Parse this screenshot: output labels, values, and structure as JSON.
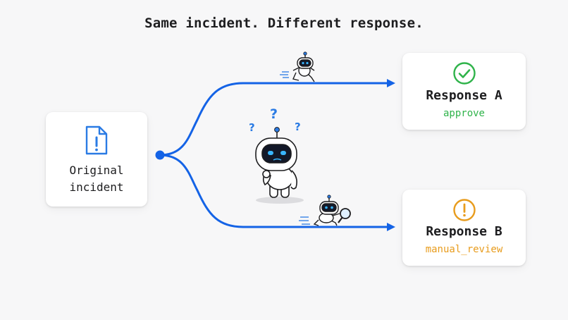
{
  "title": "Same incident. Different response.",
  "origin": {
    "label_line1": "Original",
    "label_line2": "incident"
  },
  "response_a": {
    "title": "Response A",
    "value": "approve",
    "value_color": "#2fb34a",
    "icon": "check-circle-icon"
  },
  "response_b": {
    "title": "Response B",
    "value": "manual_review",
    "value_color": "#e89c1d",
    "icon": "warning-circle-icon"
  },
  "colors": {
    "flow": "#1463e6",
    "accent_blue": "#2a7be4"
  }
}
